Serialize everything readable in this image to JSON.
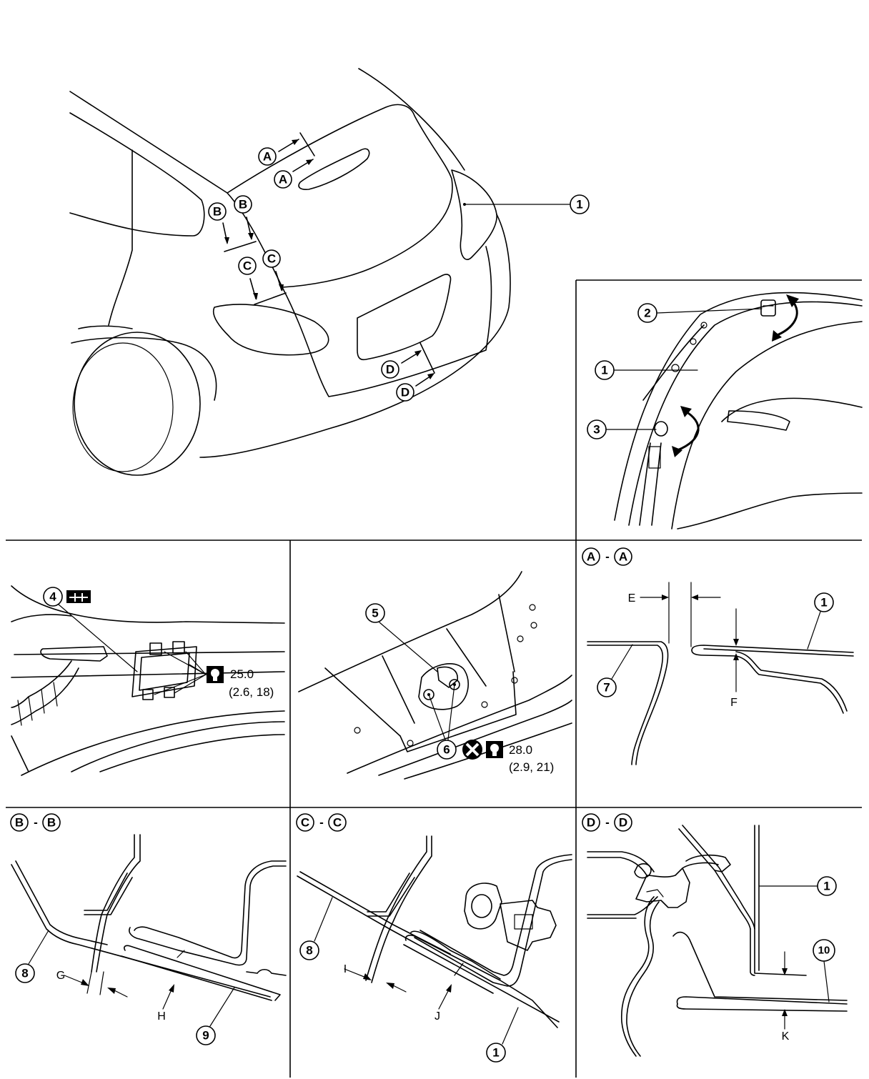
{
  "callouts": {
    "c1": "1",
    "c2": "2",
    "c3": "3",
    "c4": "4",
    "c5": "5",
    "c6": "6",
    "c7": "7",
    "c8": "8",
    "c9": "9",
    "c10": "10"
  },
  "section_letters": {
    "a": "A",
    "b": "B",
    "c": "C",
    "d": "D"
  },
  "section_titles": {
    "aa": {
      "left": "A",
      "dash": "-",
      "right": "A"
    },
    "bb": {
      "left": "B",
      "dash": "-",
      "right": "B"
    },
    "cc": {
      "left": "C",
      "dash": "-",
      "right": "C"
    },
    "dd": {
      "left": "D",
      "dash": "-",
      "right": "D"
    }
  },
  "dimensions": {
    "e": "E",
    "f": "F",
    "g": "G",
    "h": "H",
    "i": "I",
    "j": "J",
    "k": "K"
  },
  "torques": {
    "hinge_bolts": {
      "value": "25.0",
      "sub": "(2.6, 18)"
    },
    "striker_bolts": {
      "value": "28.0",
      "sub": "(2.9, 21)"
    }
  },
  "icons": [
    "grease-icon",
    "torque-wrench-icon",
    "do-not-reuse-icon",
    "rotation-arrow-icon"
  ]
}
